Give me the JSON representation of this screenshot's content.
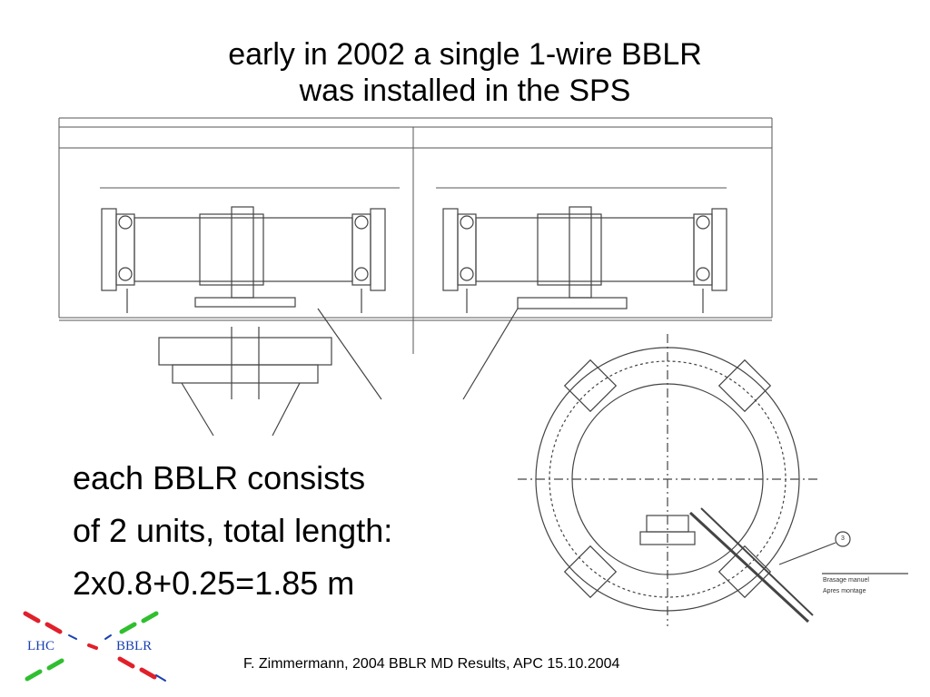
{
  "slide": {
    "title_line1": "early in 2002 a single 1-wire BBLR",
    "title_line2": "was installed in the SPS",
    "body_line1": "each BBLR consists",
    "body_line2": "of 2 units, total length:",
    "body_line3": "2x0.8+0.25=1.85 m",
    "footer": "F. Zimmermann, 2004 BBLR MD Results, APC 15.10.2004"
  },
  "logo": {
    "left_text": "LHC",
    "right_text": "BBLR",
    "colors": {
      "text": "#1a3fb0",
      "red": "#e0202a",
      "green": "#2fbf2f",
      "blue": "#1a3fb0"
    }
  },
  "drawing_labels": {
    "part_number": "3",
    "note_line1": "Brasage manuel",
    "note_line2": "Apres montage"
  }
}
